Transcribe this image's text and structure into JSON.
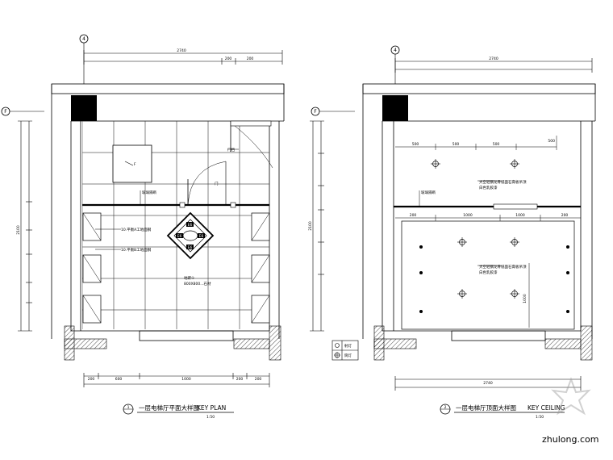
{
  "left_plan": {
    "grid_label": "4",
    "axis_label": "F",
    "top_dims": [
      "2740",
      "200",
      "200"
    ],
    "bottom_dims": [
      "200",
      "600",
      "1000",
      "200",
      "200"
    ],
    "height_dim": "2100",
    "notes": {
      "door_stop": "门挡",
      "door_label": "门",
      "glass_door": "玻璃隔断",
      "lamp_a": "10.平衡A工地面钢",
      "lamp_b": "10.平衡B工地面钢",
      "floor": "地砖①",
      "floor_spec": "800X800...石材",
      "box": "F",
      "medallion": [
        "E6",
        "E6",
        "E6",
        "E6"
      ]
    },
    "title": "一层电梯厅平面大样图",
    "title_en": "KEY PLAN",
    "scale": "1:50",
    "circle": "1"
  },
  "right_plan": {
    "grid_label": "4",
    "axis_label": "F",
    "top_dims": [
      "2740"
    ],
    "inner_dims_top": [
      "500",
      "500",
      "500",
      "500"
    ],
    "inner_dims_mid": [
      "200",
      "1000",
      "1000",
      "200"
    ],
    "bottom_dims": [
      "2740"
    ],
    "height_dim": "2100",
    "notes": {
      "glass_door": "玻璃隔断",
      "light_a": "大空轻钢龙骨纸面石膏板吊顶",
      "light_a_spec": "白色乳胶漆",
      "light_b": "大空轻钢龙骨纸面石膏板吊顶",
      "light_b_spec": "白色乳胶漆",
      "strip": "1000"
    },
    "legend": [
      "射灯",
      "筒灯"
    ],
    "title": "一层电梯厅顶面大样图",
    "title_en": "KEY CEILING",
    "scale": "1:50",
    "circle": "2"
  },
  "watermark": "zhulong.com"
}
